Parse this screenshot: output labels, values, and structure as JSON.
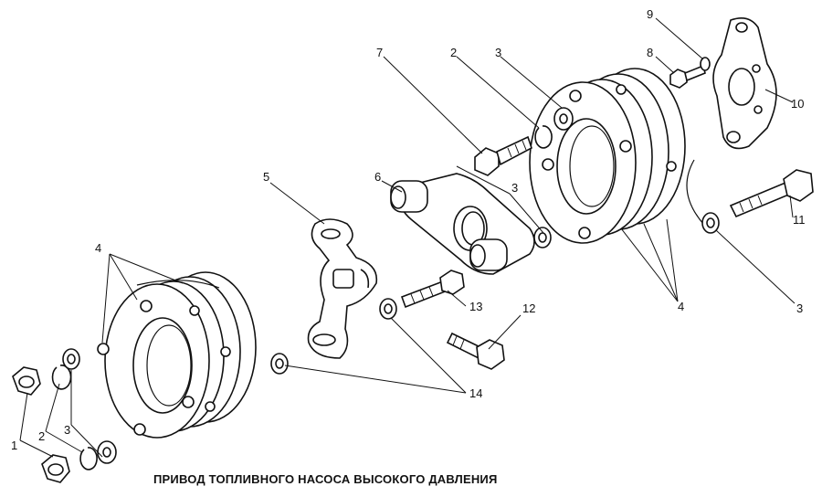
{
  "caption": "ПРИВОД ТОПЛИВНОГО НАСОСА ВЫСОКОГО ДАВЛЕНИЯ",
  "callouts": [
    "1",
    "2",
    "3",
    "4",
    "2",
    "3",
    "4",
    "5",
    "6",
    "7",
    "8",
    "9",
    "10",
    "11",
    "12",
    "13",
    "14",
    "3",
    "3",
    "3"
  ],
  "colors": {
    "ink": "#111111",
    "paper": "#ffffff",
    "shade": "#cfcfcf"
  }
}
